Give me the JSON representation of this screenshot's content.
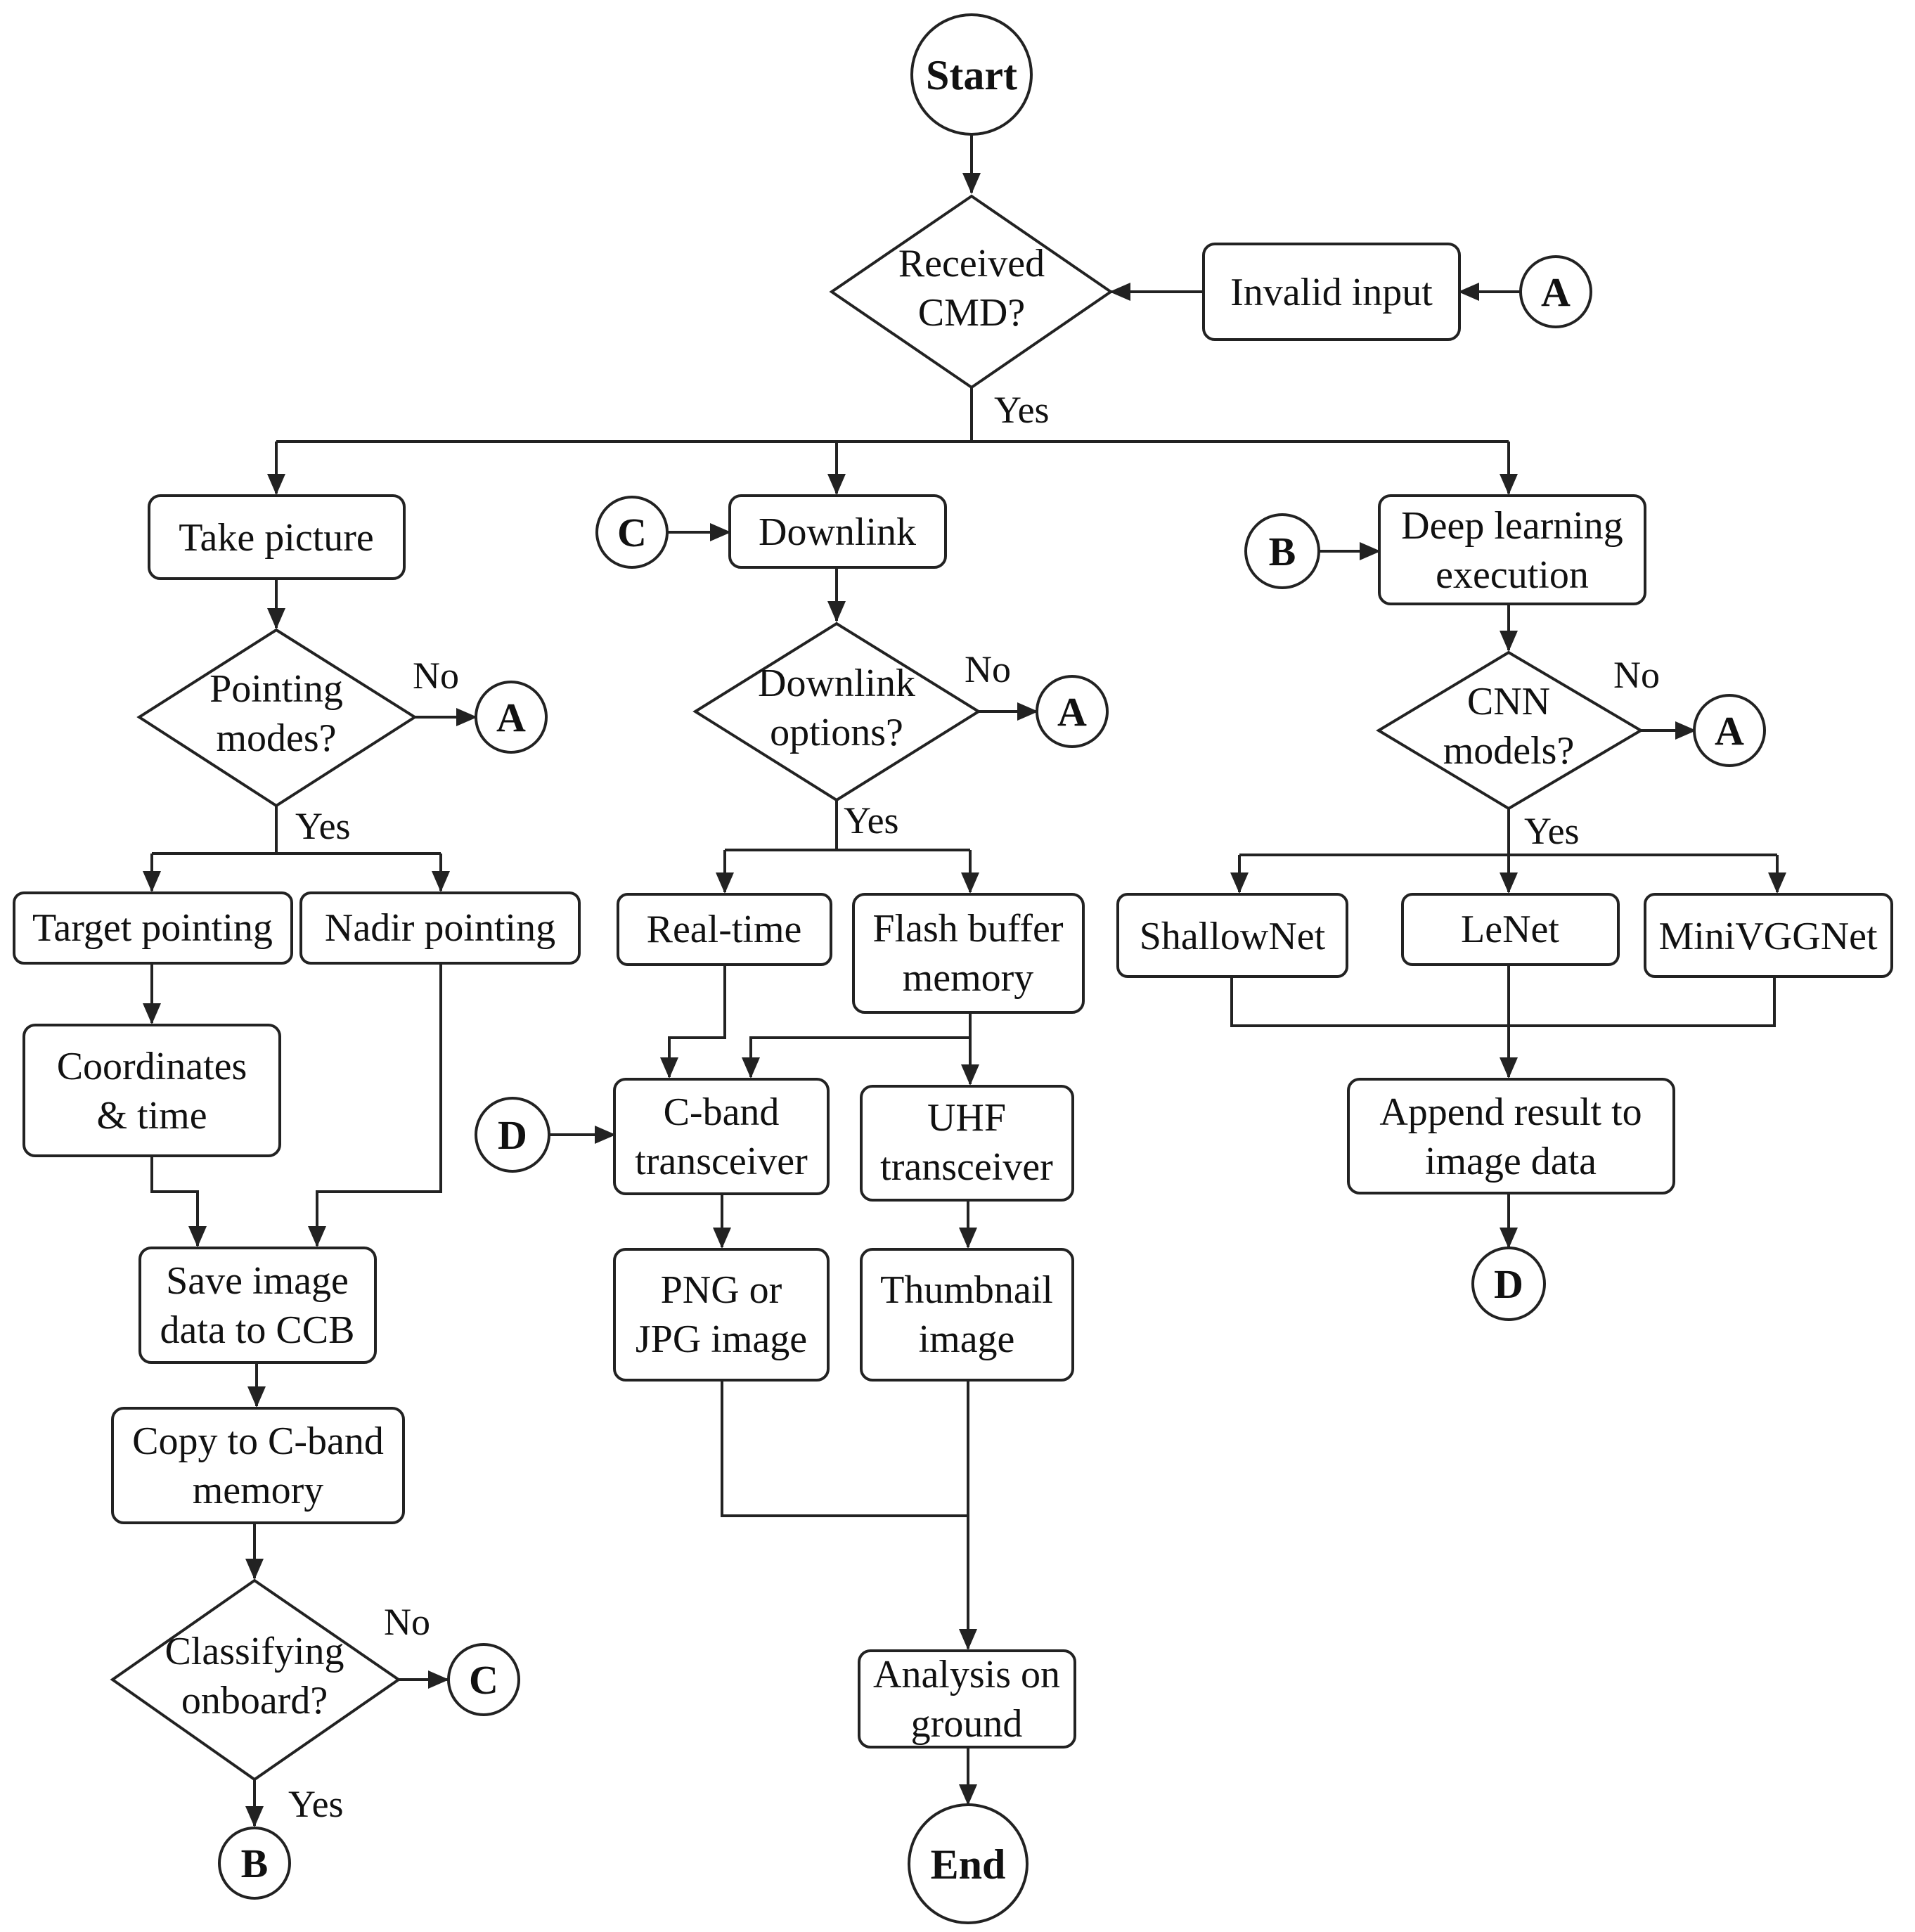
{
  "terminals": {
    "start": "Start",
    "end": "End"
  },
  "connectors": {
    "a": "A",
    "b": "B",
    "c": "C",
    "d": "D"
  },
  "branch_labels": {
    "yes": "Yes",
    "no": "No"
  },
  "decisions": {
    "received_cmd": [
      "Received",
      "CMD?"
    ],
    "pointing_modes": [
      "Pointing",
      "modes?"
    ],
    "downlink_options": [
      "Downlink",
      "options?"
    ],
    "cnn_models": [
      "CNN",
      "models?"
    ],
    "classifying_onboard": [
      "Classifying",
      "onboard?"
    ]
  },
  "processes": {
    "invalid_input": [
      "Invalid input"
    ],
    "take_picture": [
      "Take picture"
    ],
    "downlink": [
      "Downlink"
    ],
    "deep_learning": [
      "Deep learning",
      "execution"
    ],
    "target_pointing": [
      "Target pointing"
    ],
    "nadir_pointing": [
      "Nadir pointing"
    ],
    "coordinates_time": [
      "Coordinates",
      "& time"
    ],
    "save_image": [
      "Save image",
      "data to CCB"
    ],
    "copy_cband": [
      "Copy to C-band",
      "memory"
    ],
    "real_time": [
      "Real-time"
    ],
    "flash_buffer": [
      "Flash buffer",
      "memory"
    ],
    "cband_transceiver": [
      "C-band",
      "transceiver"
    ],
    "uhf_transceiver": [
      "UHF",
      "transceiver"
    ],
    "png_jpg": [
      "PNG or",
      "JPG image"
    ],
    "thumbnail": [
      "Thumbnail",
      "image"
    ],
    "analysis_ground": [
      "Analysis on",
      "ground"
    ],
    "shallownet": [
      "ShallowNet"
    ],
    "lenet": [
      "LeNet"
    ],
    "minivggnet": [
      "MiniVGGNet"
    ],
    "append_result": [
      "Append result to",
      "image data"
    ]
  }
}
